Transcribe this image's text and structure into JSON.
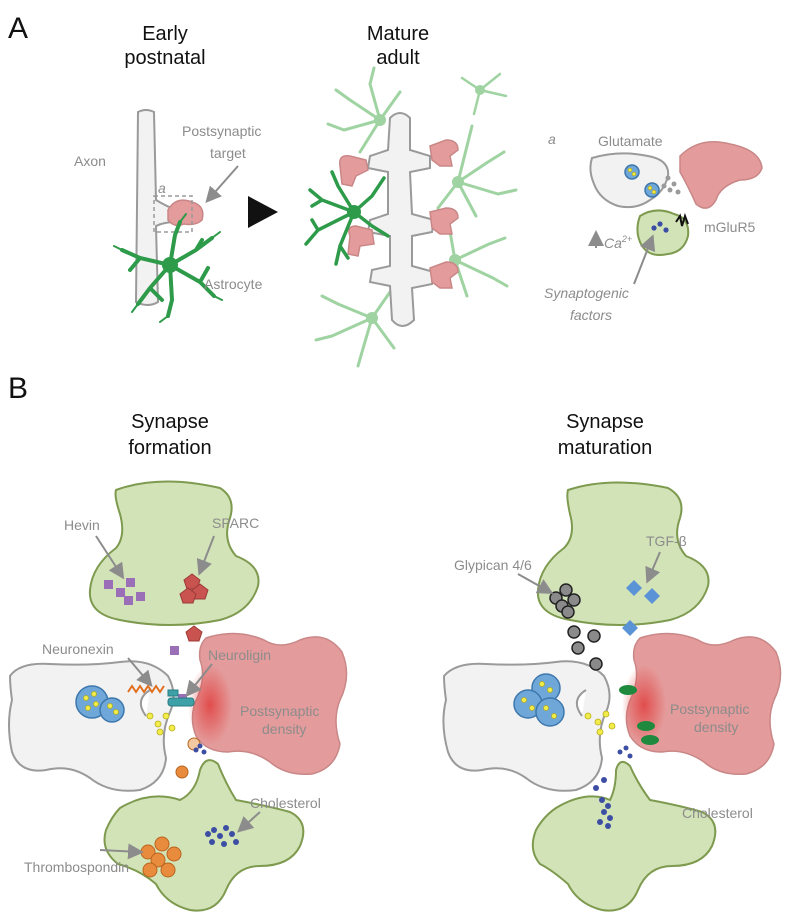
{
  "panel_a": {
    "label": "A",
    "early_title_1": "Early",
    "early_title_2": "postnatal",
    "mature_title_1": "Mature",
    "mature_title_2": "adult",
    "axon": "Axon",
    "target_1": "Postsynaptic",
    "target_2": "target",
    "astrocyte": "Astrocyte",
    "inset_marker": "a",
    "inset_label": "a",
    "glutamate": "Glutamate",
    "mglur5": "mGluR5",
    "ca": "Ca",
    "ca_sup": "2+",
    "syn_factors_1": "Synaptogenic",
    "syn_factors_2": "factors"
  },
  "panel_b": {
    "label": "B",
    "formation_title_1": "Synapse",
    "formation_title_2": "formation",
    "maturation_title_1": "Synapse",
    "maturation_title_2": "maturation",
    "hevin": "Hevin",
    "sparc": "SPARC",
    "neuronexin": "Neuronexin",
    "neuroligin": "Neuroligin",
    "psd_1": "Postsynaptic",
    "psd_2": "density",
    "cholesterol_left": "Cholesterol",
    "thrombospondin": "Thrombospondin",
    "glypican": "Glypican 4/6",
    "tgf": "TGF-β",
    "psd_right_1": "Postsynaptic",
    "psd_right_2": "density",
    "cholesterol_right": "Cholesterol"
  },
  "colors": {
    "astrocyte_green": "#d3e3b8",
    "astrocyte_edge": "#7d9a4f",
    "postsynaptic_pink": "#e49b9b",
    "presynaptic_grey": "#f2f2f2",
    "astrocyte_process": "#2e9b4a",
    "hevin": "#9b6fb8",
    "sparc": "#c9534f",
    "thrombospondin": "#e88b3c",
    "cholesterol": "#3b4ea3",
    "glypican": "#8a8a8a",
    "tgf": "#5a93d6",
    "vesicle": "#6fa8d8"
  }
}
